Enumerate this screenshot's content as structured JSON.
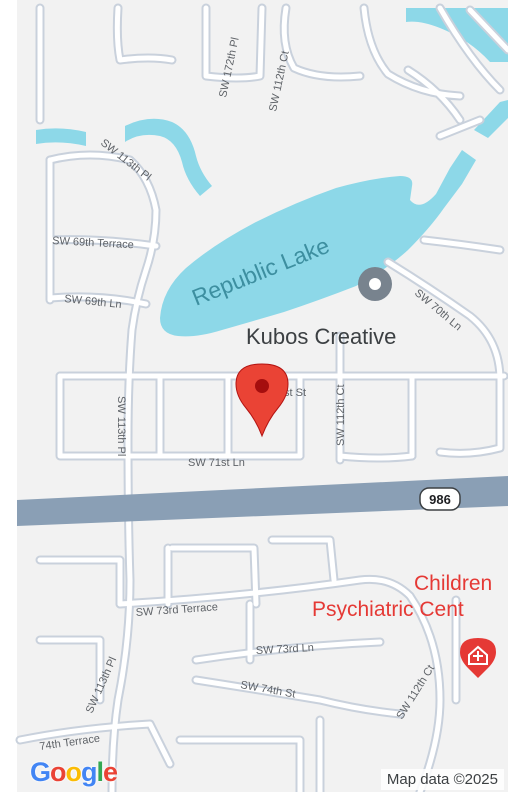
{
  "map": {
    "pois": {
      "lake": "Republic Lake",
      "business": "Kubos Creative",
      "hospital_line1": "Children",
      "hospital_line2": "Psychiatric Cent"
    },
    "streets": {
      "sw_172th_pl": "SW 172th Pl",
      "sw_112th_ct_top": "SW 112th Ct",
      "sw_113th_pl_top": "SW 113th Pl",
      "sw_69th_terrace": "SW 69th Terrace",
      "sw_69th_ln": "SW 69th Ln",
      "sw_70th_ln": "SW 70th Ln",
      "st_st": "st St",
      "sw_112th_ct_mid": "SW 112th Ct",
      "sw_113th_pl_mid": "SW 113th Pl",
      "sw_71st_ln": "SW 71st Ln",
      "highway_shield": "986",
      "sw_73rd_terrace": "SW 73rd Terrace",
      "sw_113th_pl_bottom": "SW 113th Pl",
      "sw_73rd_ln": "SW 73rd Ln",
      "sw_74th_st": "SW 74th St",
      "sw_112th_ct_bottom": "SW 112th Ct",
      "sw_74th_terrace": "74th Terrace"
    },
    "logo": {
      "letters": [
        "G",
        "o",
        "o",
        "g",
        "l",
        "e"
      ]
    },
    "attribution": "Map data ©2025",
    "colors": {
      "land": "#f2f2f2",
      "water": "#8dd8e8",
      "road": "#ffffff",
      "road_casing": "#c9d1dc",
      "highway": "#8a9fb5",
      "pin": "#ea4335",
      "pin_dark": "#a50e0e",
      "poi_gray": "#78838e",
      "hospital_red": "#e53935"
    }
  }
}
